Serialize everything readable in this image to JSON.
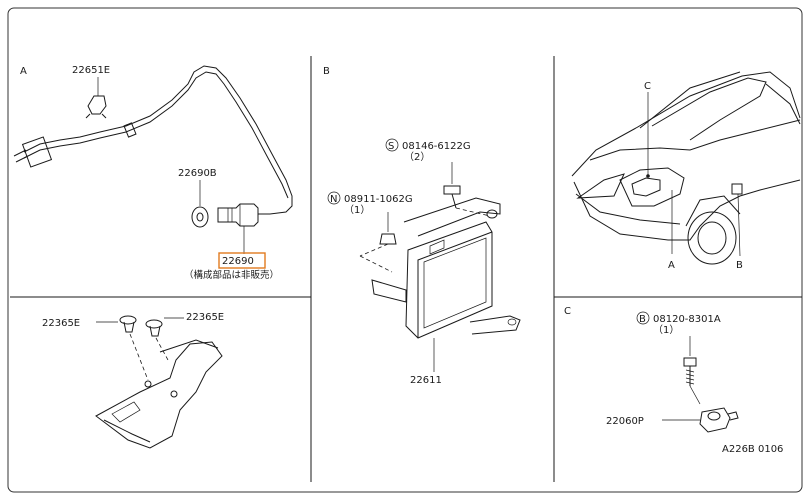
{
  "document_ref": "A226B 0106",
  "sections": {
    "a": {
      "label": "A",
      "parts": {
        "p22651e": "22651E",
        "p22690b": "22690B",
        "p22690": "22690"
      },
      "note": "（構成部品は非販売）"
    },
    "b": {
      "label": "B",
      "parts": {
        "bolt_code": "08146-6122G",
        "bolt_prefix": "S",
        "bolt_qty": "（2）",
        "nut_code": "08911-1062G",
        "nut_prefix": "N",
        "nut_qty": "（1）",
        "ecu": "22611"
      }
    },
    "car": {
      "labels": {
        "c": "C",
        "a": "A",
        "b": "B"
      }
    },
    "d": {
      "parts": {
        "left": "22365E",
        "right": "22365E"
      }
    },
    "c": {
      "label": "C",
      "parts": {
        "bolt_code": "08120-8301A",
        "bolt_prefix": "B",
        "bolt_qty": "（1）",
        "sensor": "22060P"
      }
    }
  },
  "colors": {
    "ink": "#1a1a1a",
    "highlight": "#e07a1f"
  }
}
